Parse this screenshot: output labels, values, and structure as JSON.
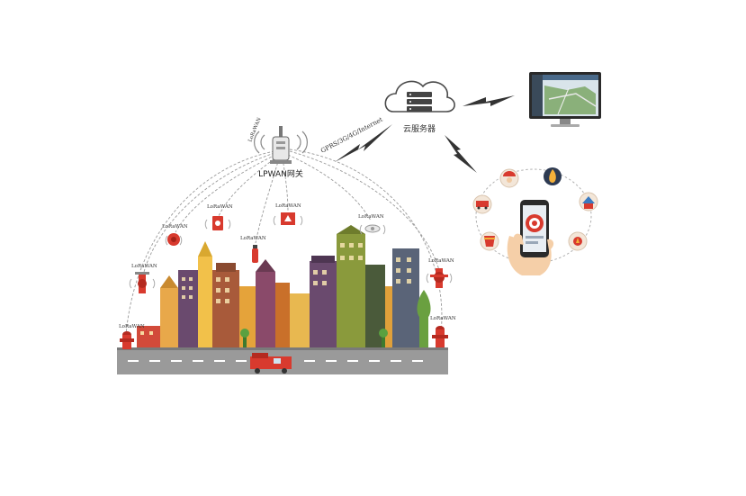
{
  "gateway": {
    "label": "LPWAN网关",
    "protocol": "LoRaWAN"
  },
  "backhaul": {
    "label": "GPRS/3G/4G/Internet"
  },
  "cloud": {
    "label": "云服务器"
  },
  "devices": [
    {
      "label": "LoRaWAN",
      "icon": "fire-hydrant-icon"
    },
    {
      "label": "LoRaWAN",
      "icon": "sprinkler-valve-icon"
    },
    {
      "label": "LoRaWAN",
      "icon": "fire-alarm-bell-icon"
    },
    {
      "label": "LoRaWAN",
      "icon": "manual-call-point-icon"
    },
    {
      "label": "LoRaWAN",
      "icon": "fire-extinguisher-icon"
    },
    {
      "label": "LoRaWAN",
      "icon": "alarm-panel-icon"
    },
    {
      "label": "LoRaWAN",
      "icon": "smoke-detector-icon"
    },
    {
      "label": "LoRaWAN",
      "icon": "sprinkler-valve-icon"
    },
    {
      "label": "LoRaWAN",
      "icon": "fire-hydrant-icon"
    }
  ],
  "colors": {
    "fire_red": "#d83a2e",
    "building_olive": "#8a9a3c",
    "building_purple": "#6a4a6e",
    "building_orange": "#e6a33a",
    "building_slate": "#5a6478",
    "road": "#9a9a9a",
    "cloud_stroke": "#4a4a4a"
  }
}
